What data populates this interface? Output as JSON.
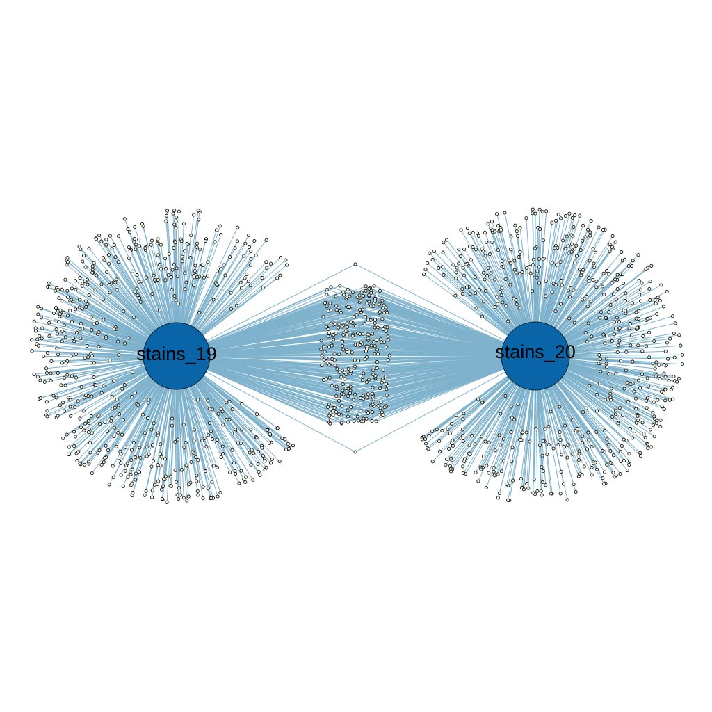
{
  "diagram": {
    "type": "network",
    "hubs": [
      {
        "id": "left",
        "label": "stains_19"
      },
      {
        "id": "right",
        "label": "stains_20"
      }
    ],
    "colors": {
      "edge": "#7fb2cc",
      "hub_fill": "#0a64a8",
      "hub_stroke": "#0d2233",
      "leaf_fill": "#f4f7e6",
      "leaf_stroke": "#111111",
      "background": "#ffffff"
    }
  }
}
